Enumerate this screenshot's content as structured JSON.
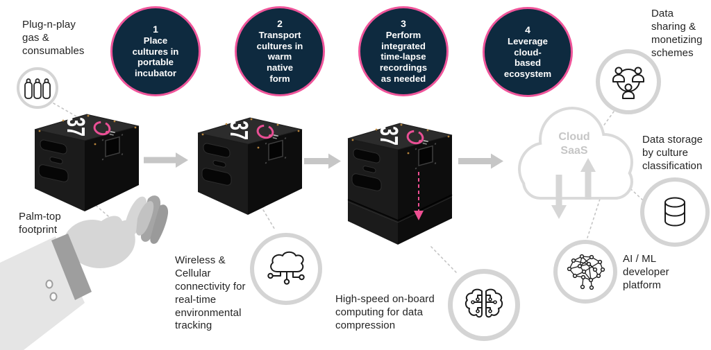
{
  "steps": [
    {
      "number": "1",
      "label": "Place\ncultures in\nportable\nincubator"
    },
    {
      "number": "2",
      "label": "Transport\ncultures in\nwarm\nnative\nform"
    },
    {
      "number": "3",
      "label": "Perform\nintegrated\ntime-lapse\nrecordings\nas needed"
    },
    {
      "number": "4",
      "label": "Leverage\ncloud-\nbased\necosystem"
    }
  ],
  "side_labels": {
    "plug_n_play": "Plug-n-play\ngas &\nconsumables",
    "palm_top": "Palm-top\nfootprint",
    "wireless": "Wireless &\nCellular\nconnectivity for\nreal-time\nenvironmental\ntracking",
    "onboard_computing": "High-speed on-board\ncomputing for data\ncompression",
    "data_sharing": "Data\nsharing &\nmonetizing\nschemes",
    "data_storage": "Data storage\nby culture\nclassification",
    "ai_ml": "AI / ML\ndeveloper\nplatform"
  },
  "cloud": {
    "label": "Cloud\nSaaS"
  },
  "device": {
    "logo": "37"
  },
  "icons": {
    "gas": "gas-bottles-icon",
    "people": "people-network-icon",
    "database": "database-icon",
    "ai": "neural-network-icon",
    "wireless": "cloud-connectivity-icon",
    "brain": "brain-circuit-icon",
    "cloud": "cloud-saas-shape",
    "hand": "open-hand-graphic"
  },
  "colors": {
    "navy": "#0e2a3f",
    "pink": "#ef559a",
    "arrow_gray": "#c6c6c6",
    "ring_gray": "#d4d4d4",
    "text": "#232323",
    "cloud_gray": "#c6c6c6"
  }
}
